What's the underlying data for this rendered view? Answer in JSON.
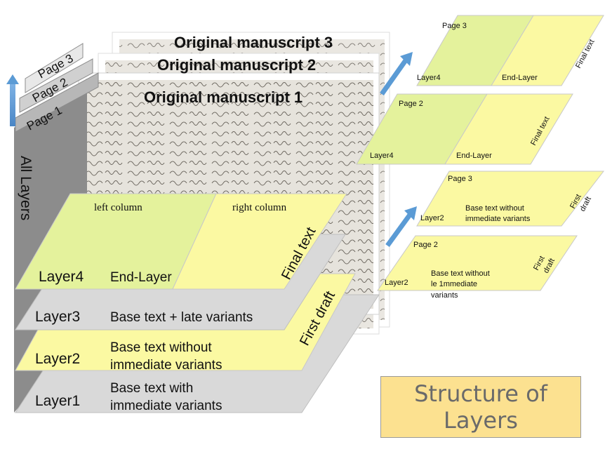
{
  "title": {
    "line1": "Structure of",
    "line2": "Layers"
  },
  "manuscripts": [
    "Original manuscript 3",
    "Original manuscript 2",
    "Original manuscript 1"
  ],
  "pages_tabs": [
    "Page 3",
    "Page 2",
    "Page 1"
  ],
  "axis_label": "All Layers",
  "layers": {
    "layer4": {
      "name": "Layer4",
      "desc": "End-Layer",
      "left_col": "left column",
      "right_col": "right column"
    },
    "layer3": {
      "name": "Layer3",
      "desc": "Base text + late variants"
    },
    "layer2": {
      "name": "Layer2",
      "desc1": "Base text without",
      "desc2": "immediate variants"
    },
    "layer1": {
      "name": "Layer1",
      "desc1": "Base text with",
      "desc2": "immediate variants"
    }
  },
  "side_labels": {
    "final_text": "Final text",
    "first_draft": "First draft"
  },
  "right_panels": {
    "final_p3": {
      "page": "Page 3",
      "layer": "Layer4",
      "end": "End-Layer",
      "side": "Final text"
    },
    "final_p2": {
      "page": "Page 2",
      "layer": "Layer4",
      "end": "End-Layer",
      "side": "Final text"
    },
    "draft_p3": {
      "page": "Page 3",
      "layer": "Layer2",
      "desc1": "Base text without",
      "desc2": "immediate variants",
      "side1": "First",
      "side2": "draft"
    },
    "draft_p2": {
      "page": "Page 2",
      "layer": "Layer2",
      "desc1": "Base text without",
      "desc2": "le 1mmediate",
      "desc3": "variants",
      "side1": "First",
      "side2": "draft"
    }
  },
  "colors": {
    "yellow_green": "#e4f29c",
    "light_yellow": "#fbf9a2",
    "grey_layer": "#d9d9d9",
    "dark_grey": "#8c8c8c",
    "arrow_blue": "#5b9bd5",
    "title_bg": "#fce190"
  }
}
